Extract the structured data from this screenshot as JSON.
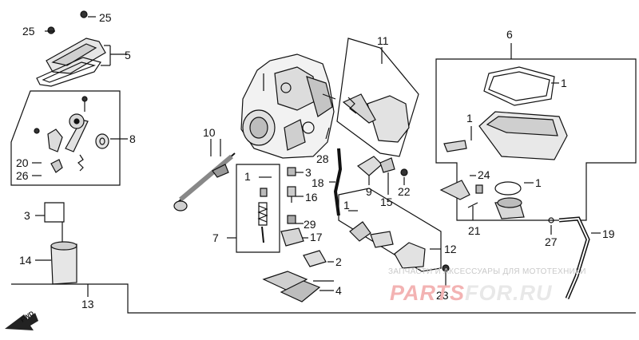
{
  "callouts": [
    {
      "id": "c25a",
      "label": "25"
    },
    {
      "id": "c25b",
      "label": "25"
    },
    {
      "id": "c5",
      "label": "5"
    },
    {
      "id": "c11",
      "label": "11"
    },
    {
      "id": "c6",
      "label": "6"
    },
    {
      "id": "c1a",
      "label": "1"
    },
    {
      "id": "c1b",
      "label": "1"
    },
    {
      "id": "c8",
      "label": "8"
    },
    {
      "id": "c10",
      "label": "10"
    },
    {
      "id": "c20",
      "label": "20"
    },
    {
      "id": "c26",
      "label": "26"
    },
    {
      "id": "c28",
      "label": "28"
    },
    {
      "id": "c1c",
      "label": "1"
    },
    {
      "id": "c3a",
      "label": "3"
    },
    {
      "id": "c16",
      "label": "16"
    },
    {
      "id": "c18",
      "label": "18"
    },
    {
      "id": "c9",
      "label": "9"
    },
    {
      "id": "c15",
      "label": "15"
    },
    {
      "id": "c22",
      "label": "22"
    },
    {
      "id": "c24",
      "label": "24"
    },
    {
      "id": "c1d",
      "label": "1"
    },
    {
      "id": "c3b",
      "label": "3"
    },
    {
      "id": "c7",
      "label": "7"
    },
    {
      "id": "c29",
      "label": "29"
    },
    {
      "id": "c17",
      "label": "17"
    },
    {
      "id": "c1e",
      "label": "1"
    },
    {
      "id": "c21",
      "label": "21"
    },
    {
      "id": "c27",
      "label": "27"
    },
    {
      "id": "c19",
      "label": "19"
    },
    {
      "id": "c14",
      "label": "14"
    },
    {
      "id": "c12",
      "label": "12"
    },
    {
      "id": "c2",
      "label": "2"
    },
    {
      "id": "c13",
      "label": "13"
    },
    {
      "id": "c4",
      "label": "4"
    },
    {
      "id": "c23",
      "label": "23"
    }
  ],
  "fwd_arrow": {
    "label": "FWD"
  },
  "watermark": {
    "tagline": "ЗАПЧАСТИ И АКСЕССУАРЫ ДЛЯ МОТОТЕХНИКИ",
    "logo_left": "PARTS",
    "logo_right": "FOR.RU",
    "logo_left_color": "#f3b3b3",
    "logo_right_color": "#e8e8e8"
  }
}
